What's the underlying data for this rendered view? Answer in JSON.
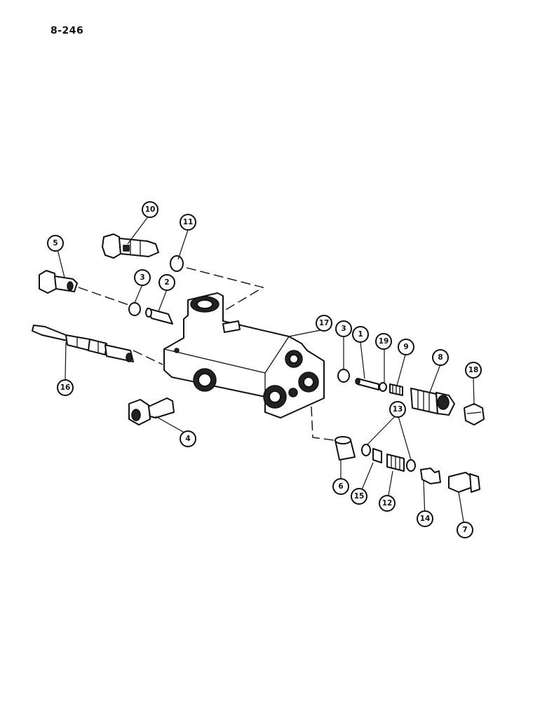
{
  "page": {
    "number": "8-246"
  },
  "callouts": [
    "1",
    "2",
    "3",
    "3",
    "4",
    "5",
    "6",
    "7",
    "8",
    "9",
    "10",
    "11",
    "12",
    "13",
    "14",
    "15",
    "16",
    "17",
    "18",
    "19"
  ]
}
